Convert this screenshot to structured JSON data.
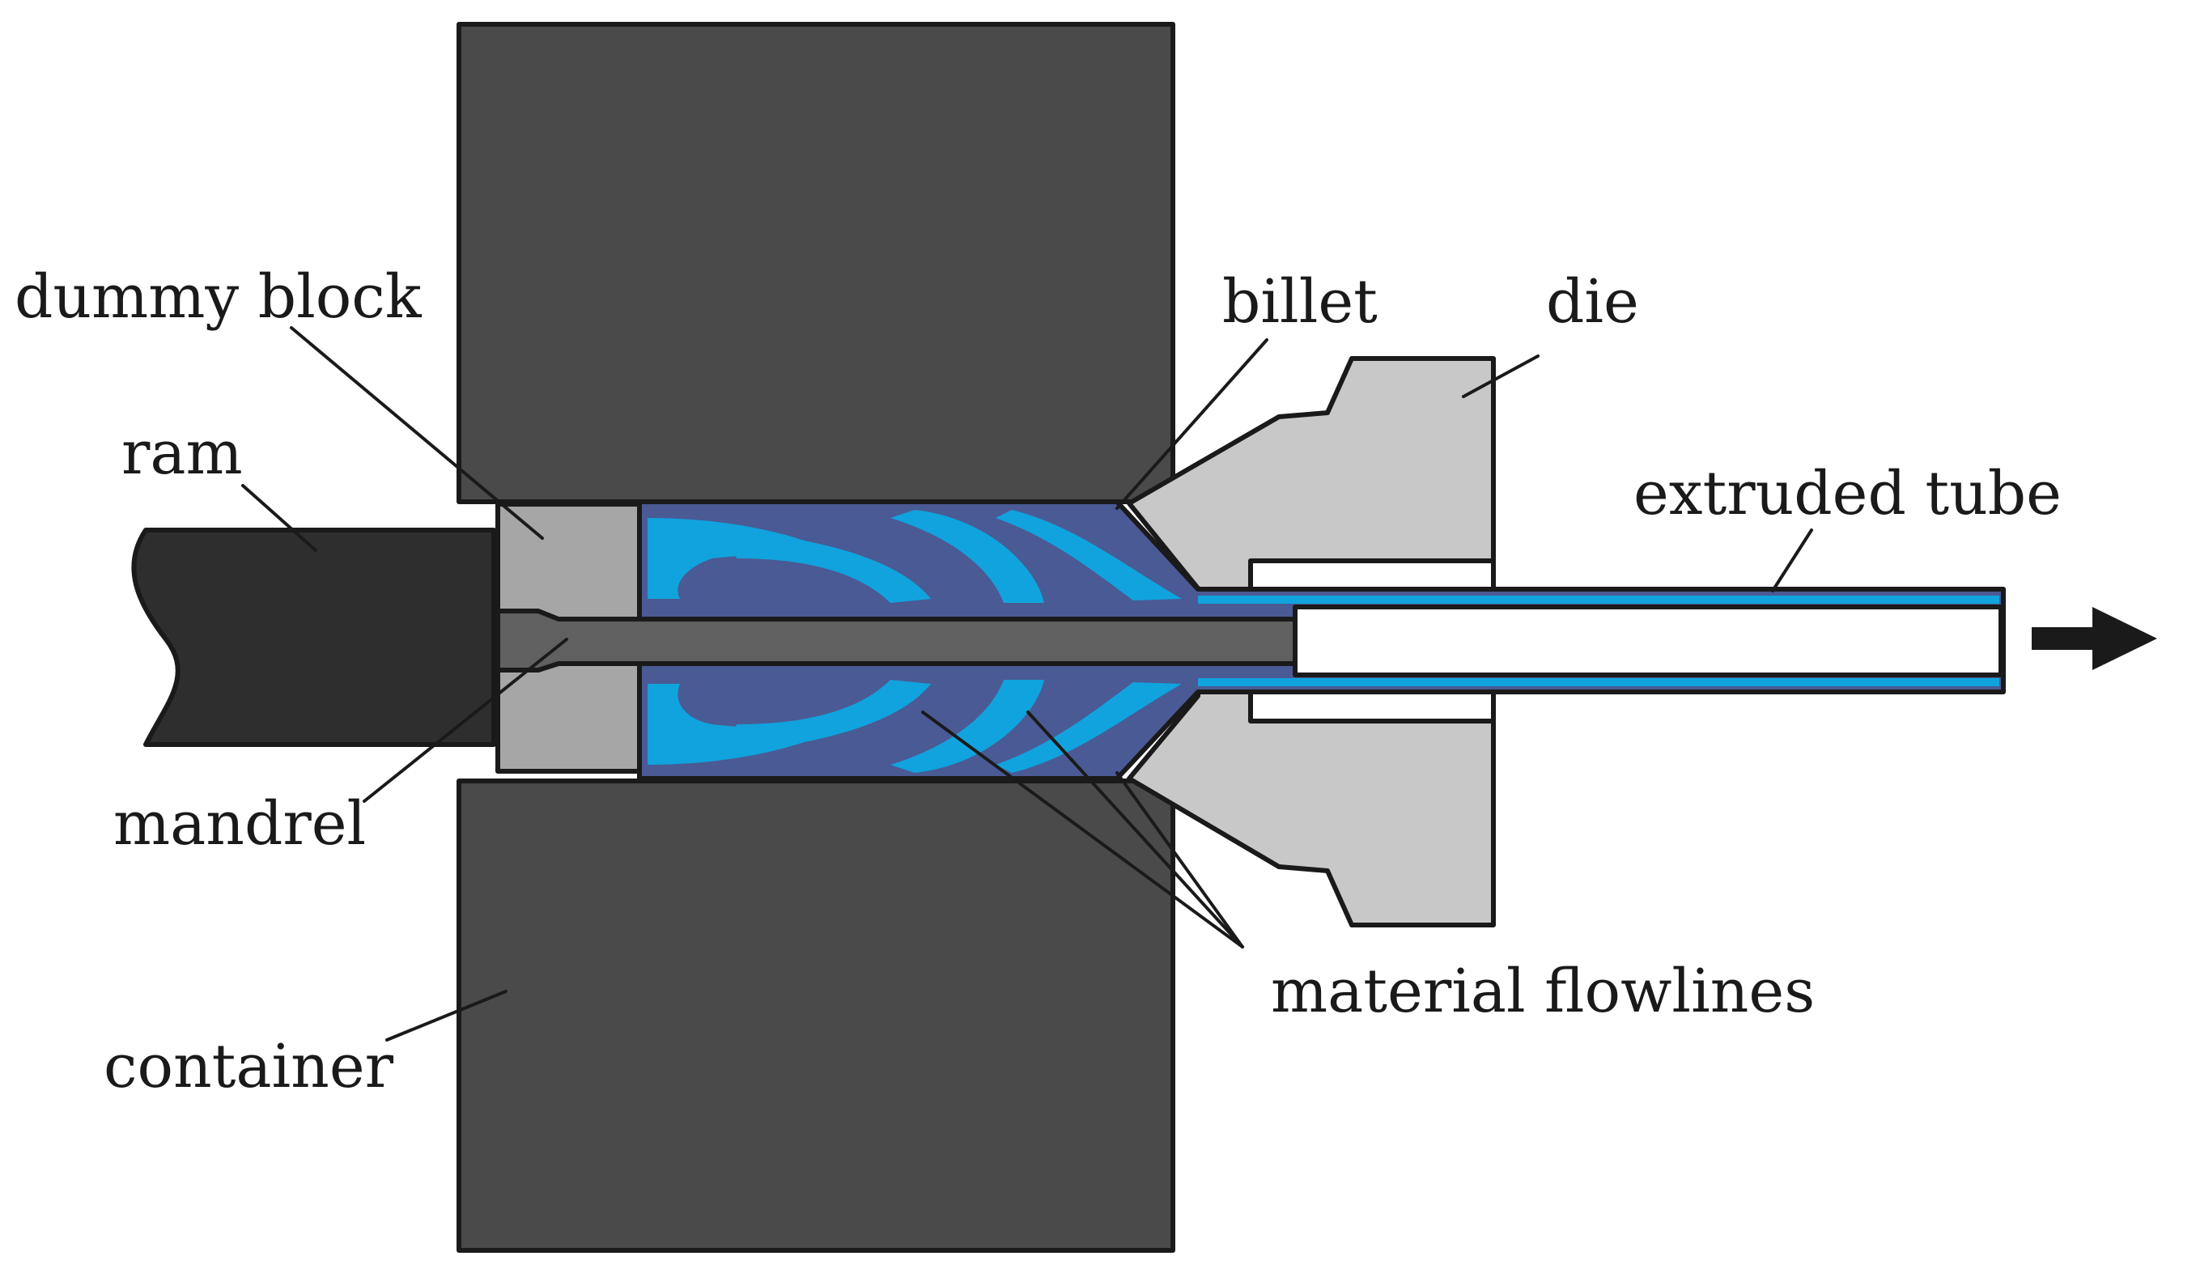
{
  "labels": {
    "dummy_block": "dummy block",
    "ram": "ram",
    "mandrel": "mandrel",
    "container": "container",
    "billet": "billet",
    "die": "die",
    "extruded_tube": "extruded tube",
    "material_flowlines": "material flowlines"
  },
  "icons": {
    "direction": "arrow-right-icon"
  },
  "colors": {
    "container": "#4a4a4a",
    "ram": "#2e2e2e",
    "dummy_block": "#a6a6a6",
    "die": "#c8c8c8",
    "mandrel": "#606060",
    "billet_dark": "#4a5a94",
    "billet_light": "#11a3dd",
    "outline": "#1a1a1a",
    "background": "#ffffff"
  }
}
